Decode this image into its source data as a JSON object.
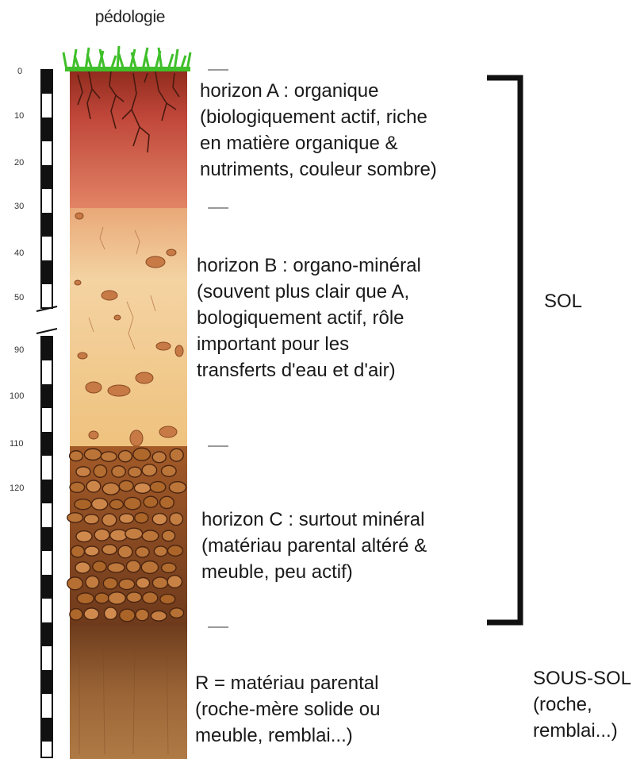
{
  "title": "pédologie",
  "scale": {
    "ticks_top": [
      "0",
      "10",
      "20",
      "30",
      "40",
      "50"
    ],
    "ticks_bottom": [
      "90",
      "100",
      "110",
      "120"
    ]
  },
  "horizons": {
    "A": {
      "heading": "horizon A : organique",
      "line2": "(biologiquement actif, riche",
      "line3": "en matière organique &",
      "line4": "nutriments, couleur sombre)"
    },
    "B": {
      "heading": "horizon B : organo-minéral",
      "line2": "(souvent plus clair que A,",
      "line3": "bologiquement actif, rôle",
      "line4": "important pour les",
      "line5": "transferts d'eau et d'air)"
    },
    "C": {
      "heading": "horizon C : surtout minéral",
      "line2": "(matériau parental altéré &",
      "line3": "meuble, peu actif)"
    },
    "R": {
      "heading": "R = matériau parental",
      "line2": "(roche-mère solide ou",
      "line3": "meuble, remblai...)"
    }
  },
  "sol_label": "SOL",
  "soussol": {
    "line1": "SOUS-SOL",
    "line2": "(roche,",
    "line3": "remblai...)"
  },
  "colors": {
    "horizon_a": "#c24a3a",
    "horizon_b": "#edc58a",
    "horizon_c": "#8a4a22",
    "horizon_r": "#8c5a2e",
    "grass": "#3fbf2a",
    "bracket": "#111111"
  }
}
